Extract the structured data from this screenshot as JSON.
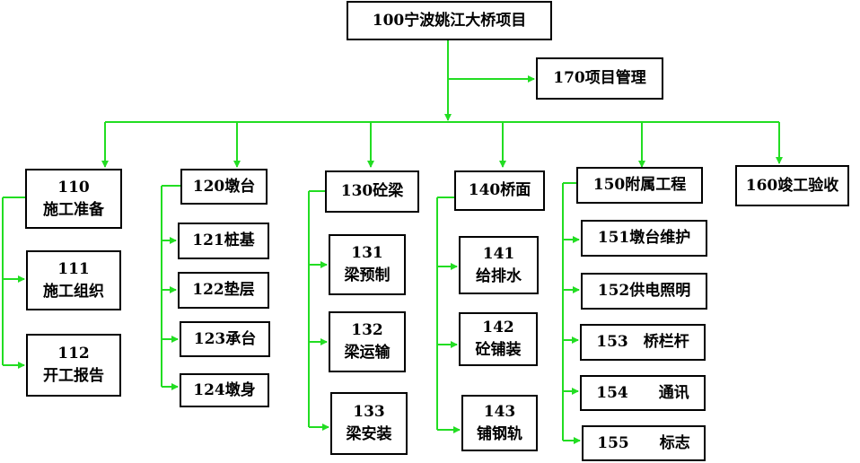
{
  "colors": {
    "connector": "#22dd22",
    "border": "#000000",
    "text": "#000000",
    "background": "#ffffff"
  },
  "nodes": {
    "root": {
      "label": "100宁波姚江大桥项目"
    },
    "n170": {
      "label": "170项目管理"
    },
    "n110": {
      "code": "110",
      "label": "施工准备"
    },
    "n111": {
      "code": "111",
      "label": "施工组织"
    },
    "n112": {
      "code": "112",
      "label": "开工报告"
    },
    "n120": {
      "label": "120墩台"
    },
    "n121": {
      "label": "121桩基"
    },
    "n122": {
      "label": "122垫层"
    },
    "n123": {
      "label": "123承台"
    },
    "n124": {
      "label": "124墩身"
    },
    "n130": {
      "label": "130砼梁"
    },
    "n131": {
      "code": "131",
      "label": "梁预制"
    },
    "n132": {
      "code": "132",
      "label": "梁运输"
    },
    "n133": {
      "code": "133",
      "label": "梁安装"
    },
    "n140": {
      "label": "140桥面"
    },
    "n141": {
      "code": "141",
      "label": "给排水"
    },
    "n142": {
      "code": "142",
      "label": "砼铺装"
    },
    "n143": {
      "code": "143",
      "label": "铺钢轨"
    },
    "n150": {
      "label": "150附属工程"
    },
    "n151": {
      "label": "151墩台维护"
    },
    "n152": {
      "label": "152供电照明"
    },
    "n153": {
      "label": "153　桥栏杆"
    },
    "n154": {
      "label": "154　　通讯"
    },
    "n155": {
      "label": "155　　标志"
    },
    "n160": {
      "label": "160竣工验收"
    }
  }
}
